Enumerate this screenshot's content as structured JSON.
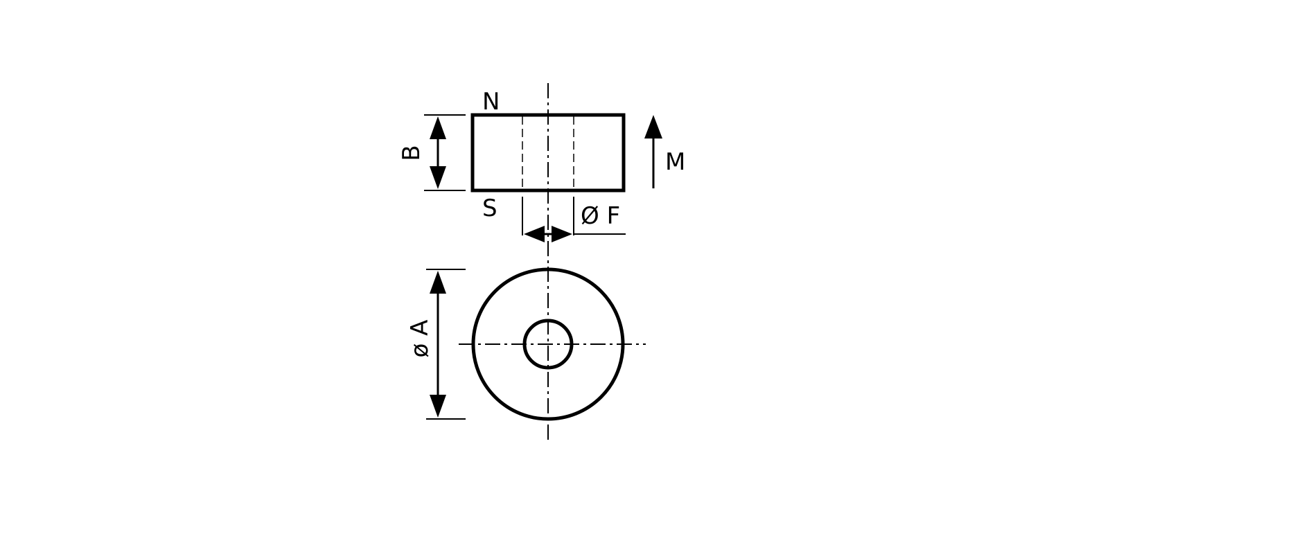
{
  "labels": {
    "north_pole": "N",
    "south_pole": "S",
    "magnetization": "M",
    "height": "B",
    "hole_diameter": "Ø F",
    "outer_diameter": "ø A"
  }
}
